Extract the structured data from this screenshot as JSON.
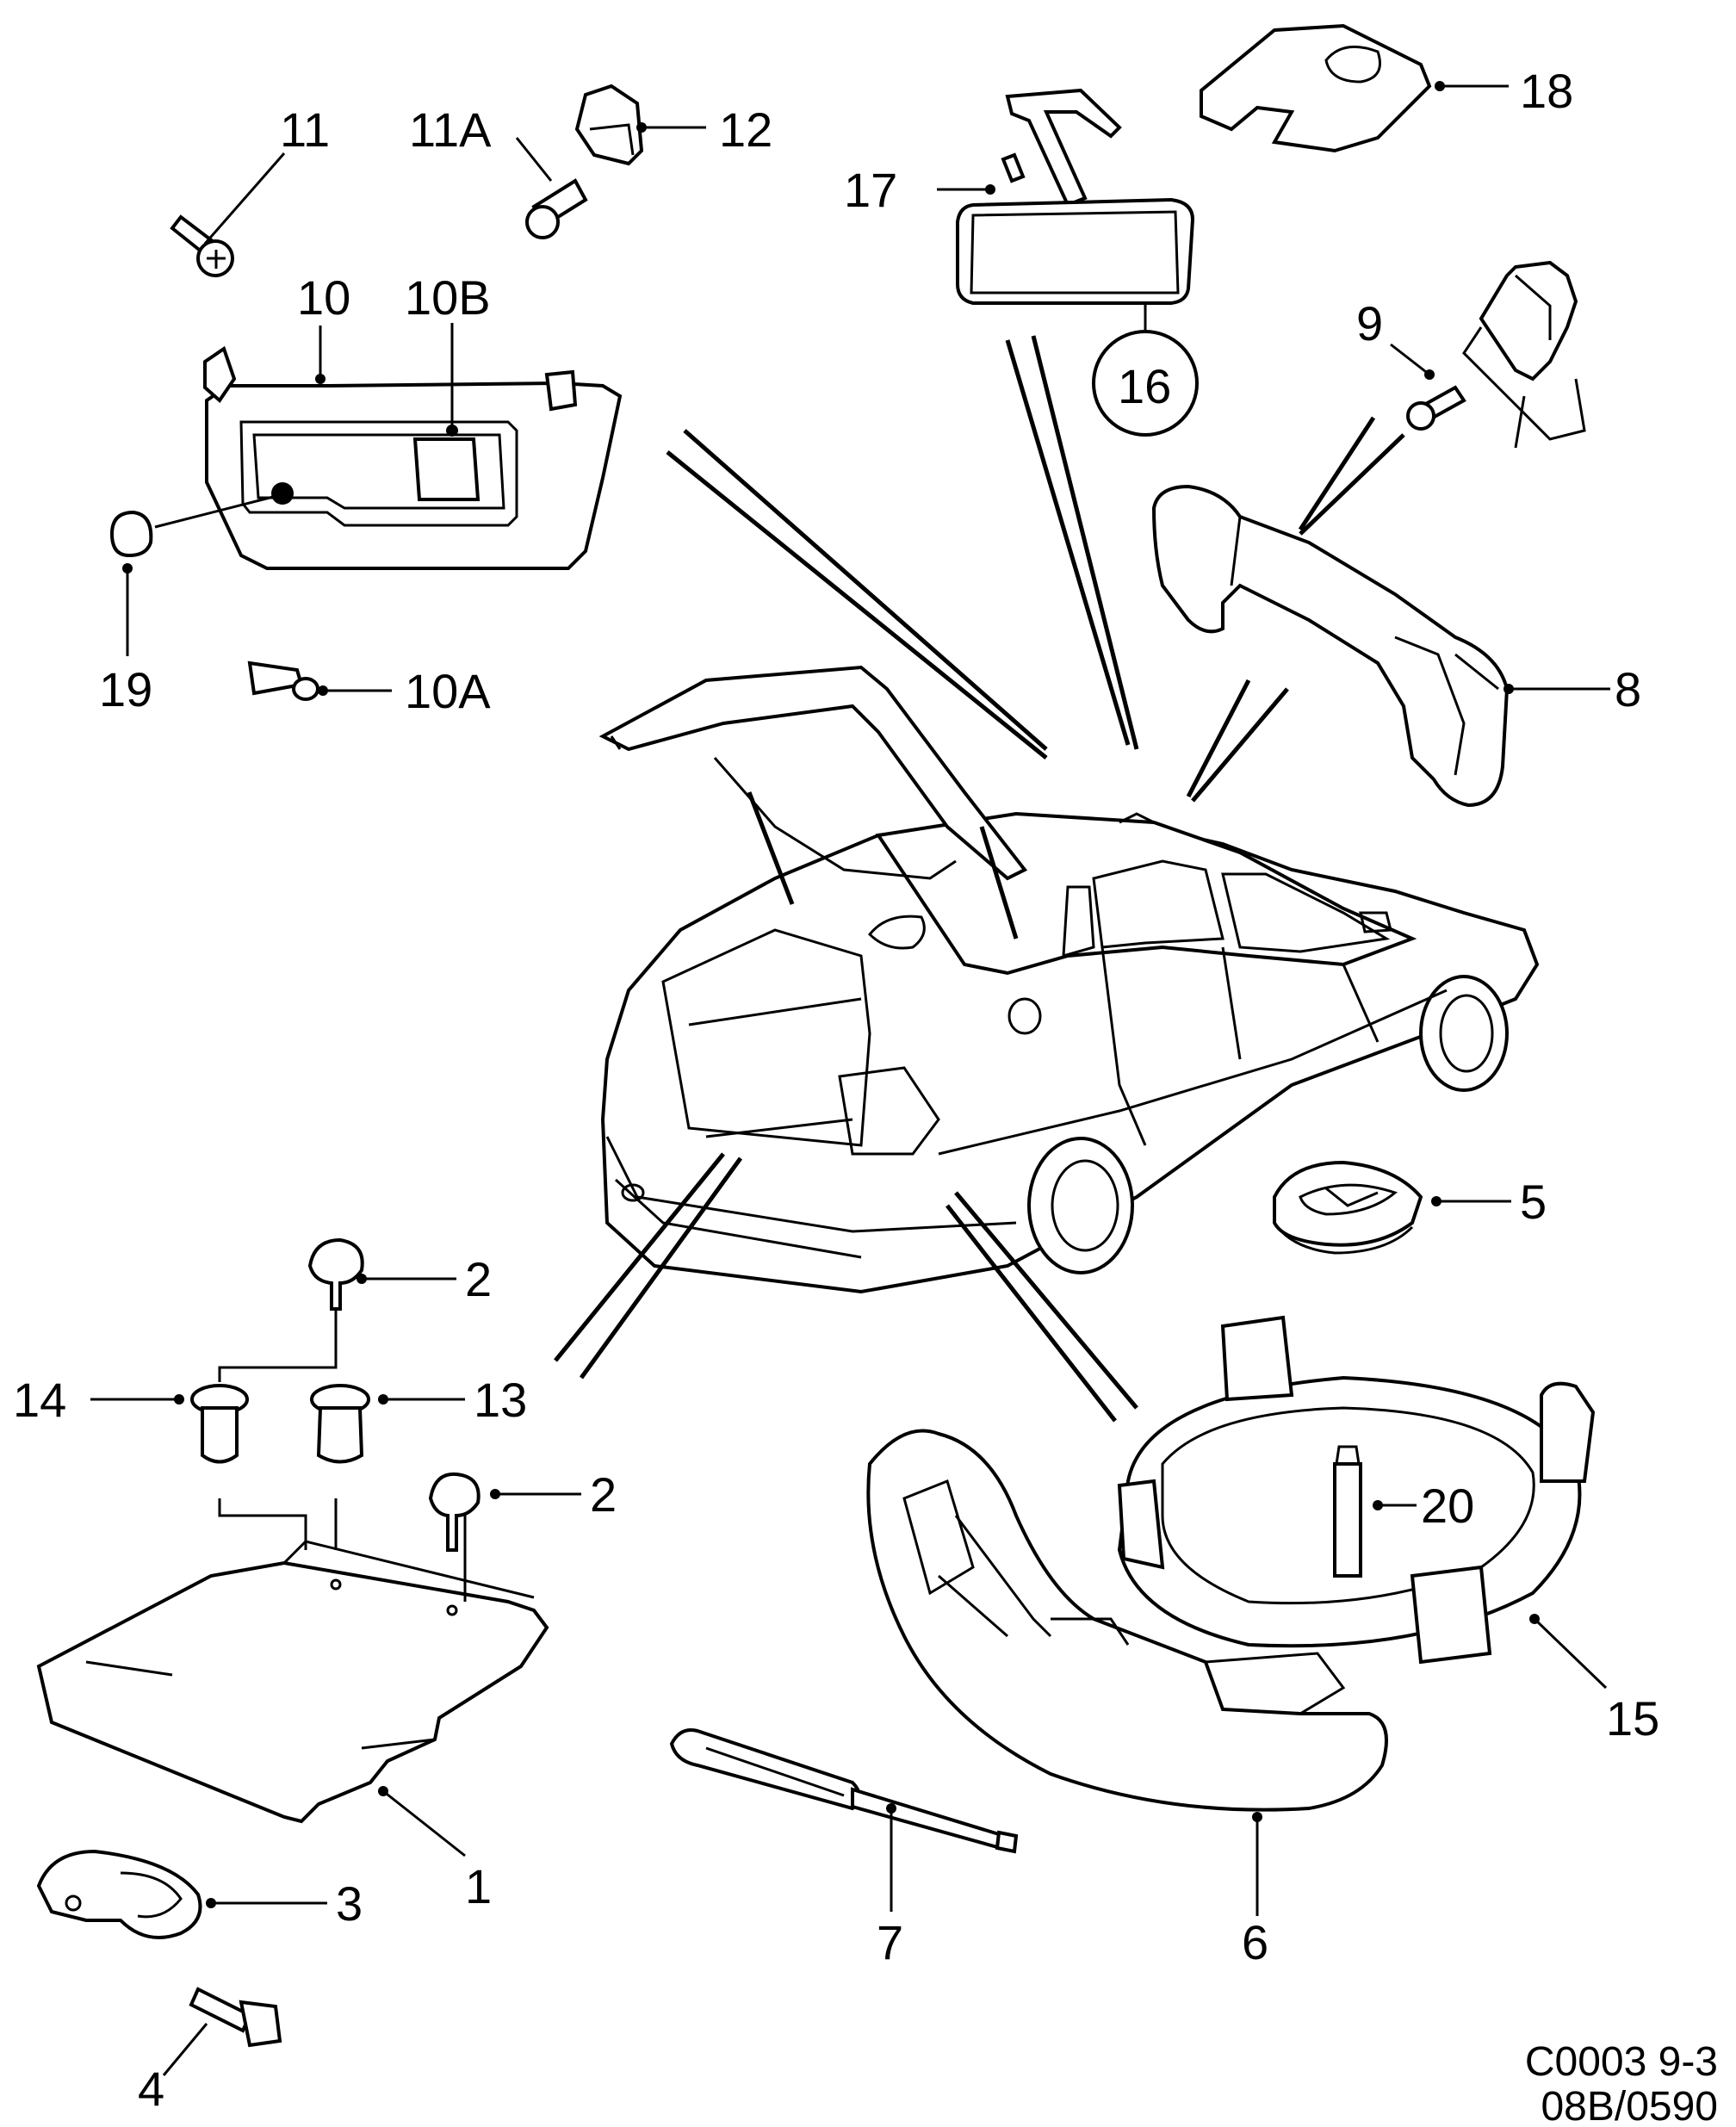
{
  "callouts": [
    {
      "id": "11"
    },
    {
      "id": "11A"
    },
    {
      "id": "12"
    },
    {
      "id": "10"
    },
    {
      "id": "10B"
    },
    {
      "id": "19"
    },
    {
      "id": "10A"
    },
    {
      "id": "17"
    },
    {
      "id": "16"
    },
    {
      "id": "18"
    },
    {
      "id": "9"
    },
    {
      "id": "8"
    },
    {
      "id": "5"
    },
    {
      "id": "2"
    },
    {
      "id": "14"
    },
    {
      "id": "13"
    },
    {
      "id": "2"
    },
    {
      "id": "20"
    },
    {
      "id": "15"
    },
    {
      "id": "1"
    },
    {
      "id": "3"
    },
    {
      "id": "4"
    },
    {
      "id": "7"
    },
    {
      "id": "6"
    }
  ],
  "reference": {
    "line1": "C0003 9-3",
    "line2": "08B/0590"
  }
}
